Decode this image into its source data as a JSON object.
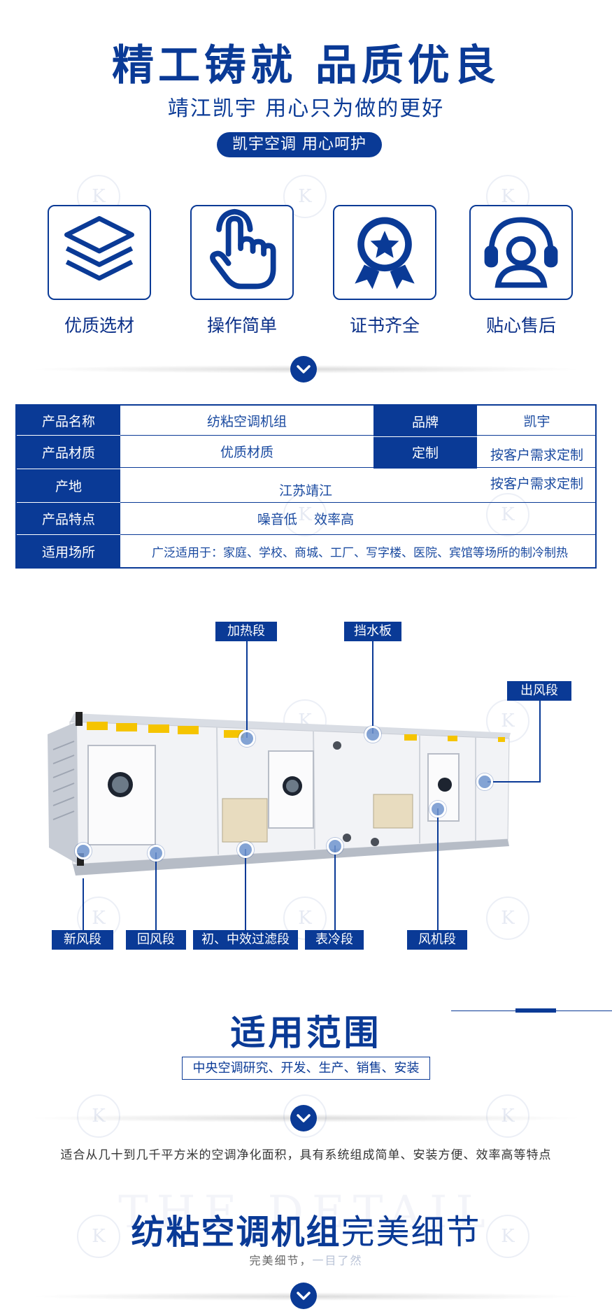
{
  "hero": {
    "title": "精工铸就  品质优良",
    "subtitle": "靖江凯宇  用心只为做的更好",
    "pill": "凯宇空调 用心呵护"
  },
  "watermark": "K",
  "features": [
    {
      "label": "优质选材",
      "icon": "layers-icon"
    },
    {
      "label": "操作简单",
      "icon": "hand-pointer-icon"
    },
    {
      "label": "证书齐全",
      "icon": "award-badge-icon"
    },
    {
      "label": "贴心售后",
      "icon": "headset-support-icon"
    }
  ],
  "spec": {
    "name_label": "产品名称",
    "name_value": "纺粘空调机组",
    "brand_label": "品牌",
    "brand_value": "凯宇",
    "material_label": "产品材质",
    "material_value": "优质材质",
    "custom_label": "定制",
    "custom_value": "按客户需求定制",
    "origin_label": "产地",
    "origin_value": "江苏靖江",
    "origin_extra": "按客户需求定制",
    "feature_label": "产品特点",
    "feature_value": "噪音低    效率高",
    "usage_label": "适用场所",
    "usage_value": "广泛适用于：家庭、学校、商城、工厂、写字楼、医院、宾馆等场所的制冷制热"
  },
  "sections": {
    "heating": "加热段",
    "baffle": "挡水板",
    "outlet": "出风段",
    "fresh_air": "新风段",
    "return_air": "回风段",
    "filter": "初、中效过滤段",
    "cooling": "表冷段",
    "fan": "风机段"
  },
  "range": {
    "title": "适用范围",
    "box": "中央空调研究、开发、生产、销售、安装",
    "desc": "适合从几十到几千平方米的空调净化面积，具有系统组成简单、安装方便、效率高等特点"
  },
  "detail": {
    "bg_text": "THE DETAIL",
    "title_bold": "纺粘空调机组",
    "title_normal": "完美细节",
    "sub_main": "完美细节，",
    "sub_light": "一目了然"
  },
  "colors": {
    "brand": "#0a3a96",
    "dot": "#7094ce"
  }
}
